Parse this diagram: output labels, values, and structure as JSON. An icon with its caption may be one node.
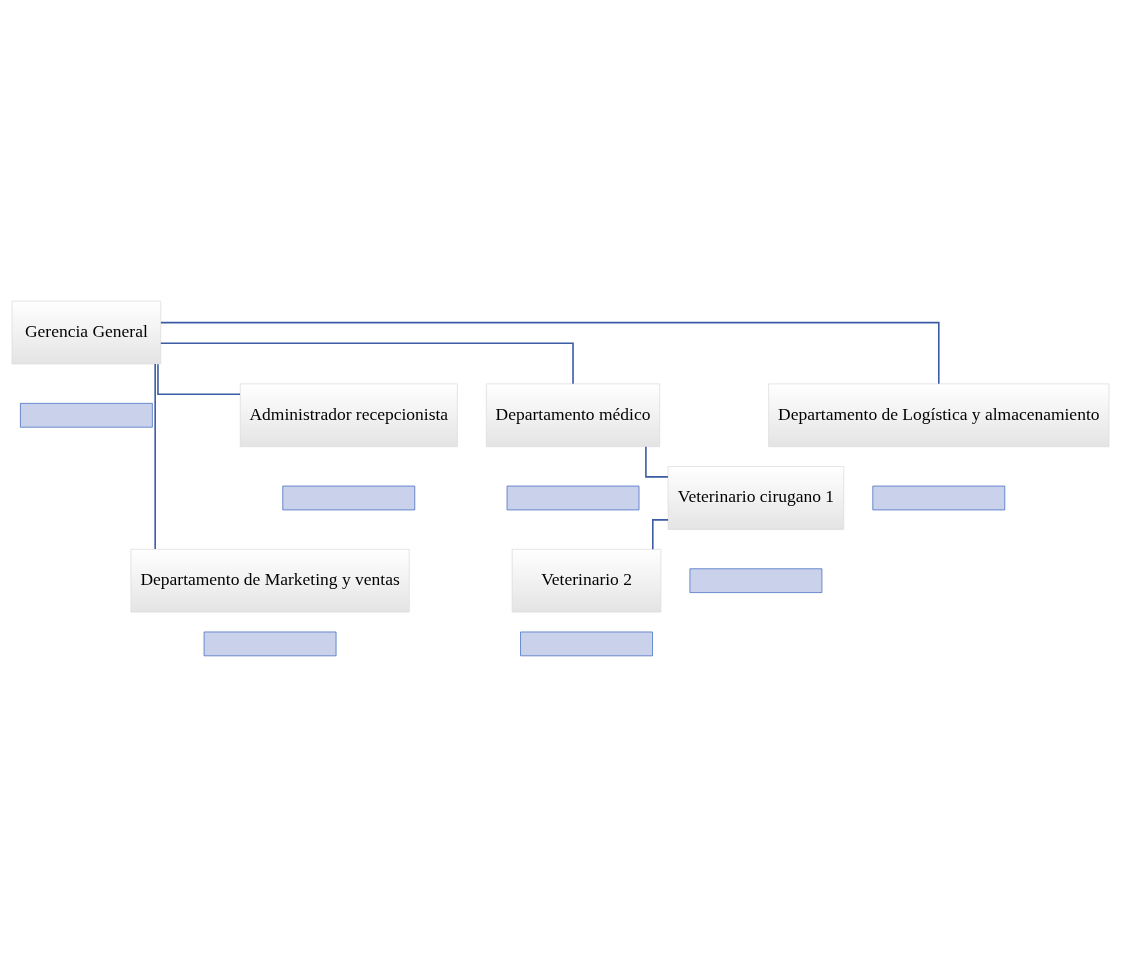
{
  "diagram": {
    "nodes": [
      {
        "text": [
          "Gerencia General"
        ]
      },
      {
        "text": [],
        "shape": "box"
      },
      {
        "text": [
          "Administrador recepcionista"
        ]
      },
      {
        "text": [],
        "shape": "box"
      },
      {
        "text": [
          "Departamento médico"
        ]
      },
      {
        "text": [],
        "shape": "box"
      },
      {
        "text": [
          "Departamento de Marketing y ventas"
        ]
      },
      {
        "text": [],
        "shape": "box"
      },
      {
        "text": [
          "Departamento de Logística y almacenamiento"
        ]
      },
      {
        "text": [],
        "shape": "box"
      },
      {
        "text": [
          "Veterinario cirugano 1"
        ]
      },
      {
        "text": [],
        "shape": "box"
      },
      {
        "text": [
          "Veterinario 2"
        ]
      },
      {
        "text": [],
        "shape": "box"
      }
    ],
    "edges": [
      {
        "from": 0,
        "to": 2,
        "arrow": "none"
      },
      {
        "from": 0,
        "to": 4,
        "arrow": "none"
      },
      {
        "from": 0,
        "to": 6,
        "arrow": "none"
      },
      {
        "from": 0,
        "to": 8,
        "arrow": "none"
      },
      {
        "from": 4,
        "to": 10,
        "arrow": "none"
      },
      {
        "from": 10,
        "to": 12,
        "arrow": "none"
      }
    ]
  }
}
